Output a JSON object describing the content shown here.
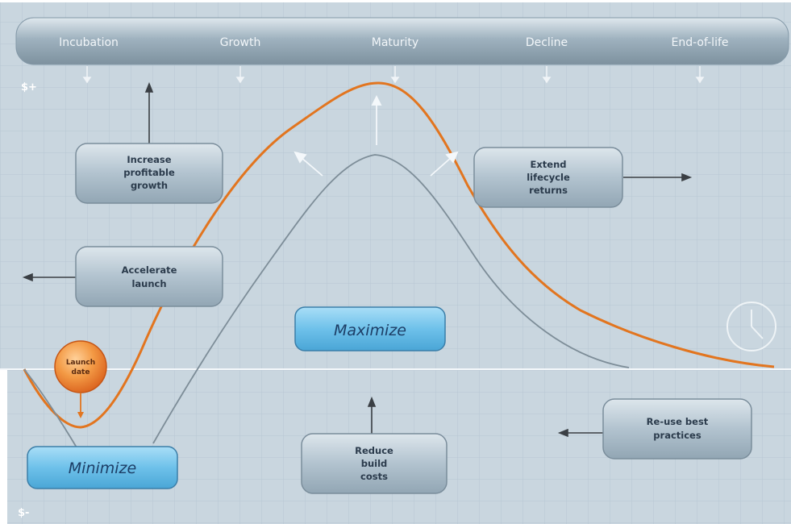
{
  "phases": [
    "Incubation",
    "Growth",
    "Maturity",
    "Decline",
    "End-of-life"
  ],
  "axis": {
    "top": "$+",
    "bottom": "$-"
  },
  "boxes": {
    "increase": [
      "Increase",
      "profitable",
      "growth"
    ],
    "accelerate": [
      "Accelerate",
      "launch"
    ],
    "extend": [
      "Extend",
      "lifecycle",
      "returns"
    ],
    "maximize": "Maximize",
    "minimize": "Minimize",
    "reduce": [
      "Reduce",
      "build",
      "costs"
    ],
    "reuse": [
      "Re-use best",
      "practices"
    ]
  },
  "launch": [
    "Launch",
    "date"
  ],
  "colors": {
    "background": "#c9d6df",
    "orange_curve": "#e2751f",
    "gray_curve": "#7d8d98",
    "blue_button": "#6ec1ea"
  }
}
